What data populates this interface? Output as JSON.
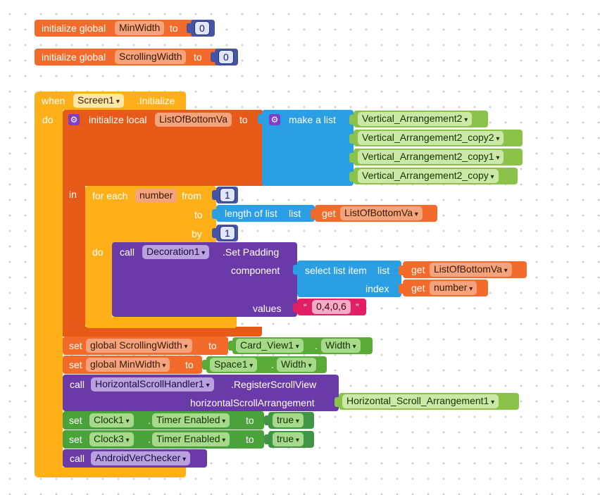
{
  "globals": [
    {
      "keyword": "initialize global",
      "name": "MinWidth",
      "to": "to",
      "value": "0"
    },
    {
      "keyword": "initialize global",
      "name": "ScrollingWidth",
      "to": "to",
      "value": "0"
    }
  ],
  "event": {
    "when": "when",
    "component": "Screen1",
    "event_name": ".Initialize",
    "do": "do"
  },
  "local_init": {
    "keyword": "initialize local",
    "name": "ListOfBottomVa",
    "to": "to",
    "in": "in",
    "make_list": "make a list",
    "items": [
      "Vertical_Arrangement2",
      "Vertical_Arrangement2_copy2",
      "Vertical_Arrangement2_copy1",
      "Vertical_Arrangement2_copy"
    ]
  },
  "for_each": {
    "keyword": "for each",
    "var": "number",
    "from_label": "from",
    "from_value": "1",
    "to_label": "to",
    "length_label": "length of list",
    "list_label": "list",
    "get_label": "get",
    "get_var": "ListOfBottomVa",
    "by_label": "by",
    "by_value": "1",
    "do": "do"
  },
  "set_padding": {
    "call": "call",
    "component": "Decoration1",
    "method": ".Set Padding",
    "component_label": "component",
    "select_label": "select list item",
    "list_label": "list",
    "get_label": "get",
    "list_var": "ListOfBottomVa",
    "index_label": "index",
    "index_var": "number",
    "values_label": "values",
    "values_string": "0,4,0,6",
    "quote": "“",
    "quote_end": "”"
  },
  "set_scrolling": {
    "set": "set",
    "var": "global ScrollingWidth",
    "to": "to",
    "component": "Card_View1",
    "dot": ".",
    "prop": "Width"
  },
  "set_min": {
    "set": "set",
    "var": "global MinWidth",
    "to": "to",
    "component": "Space1",
    "dot": ".",
    "prop": "Width"
  },
  "register_scroll": {
    "call": "call",
    "component": "HorizontalScrollHandler1",
    "method": ".RegisterScrollView",
    "arg_label": "horizontalScrollArrangement",
    "arg_value": "Horizontal_Scroll_Arrangement1"
  },
  "clock1": {
    "set": "set",
    "component": "Clock1",
    "dot": ".",
    "prop": "Timer Enabled",
    "to": "to",
    "value": "true"
  },
  "clock3": {
    "set": "set",
    "component": "Clock3",
    "dot": ".",
    "prop": "Timer Enabled",
    "to": "to",
    "value": "true"
  },
  "android_call": {
    "call": "call",
    "component": "AndroidVerChecker"
  },
  "gear_icon": "gear-icon",
  "colors": {
    "variables": "#f26b2a",
    "control": "#ffb019",
    "lists": "#2b9fe3",
    "components": "#6a3aa8",
    "component_props": "#5aaa38",
    "math": "#4554a4",
    "text": "#e31f64"
  }
}
